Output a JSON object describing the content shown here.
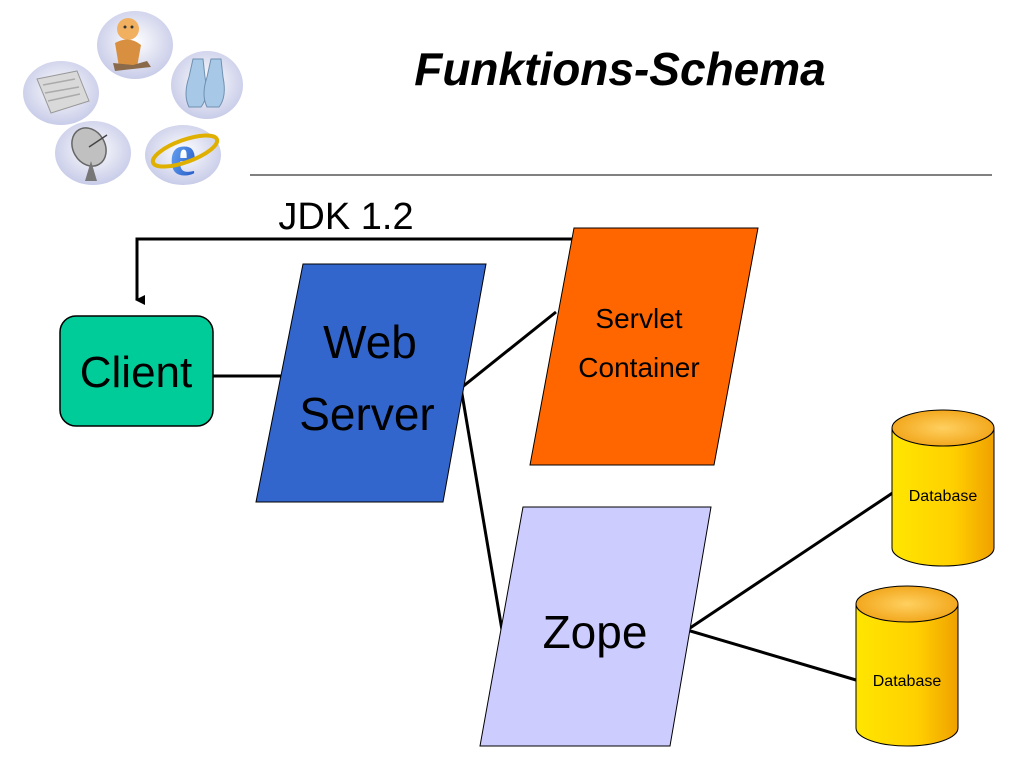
{
  "slide": {
    "title": "Funktions-Schema"
  },
  "logo": {
    "icons": [
      "child-icon",
      "document-icon",
      "clothing-icon",
      "satellite-dish-icon",
      "internet-explorer-icon"
    ]
  },
  "diagram": {
    "jdk_label": "JDK 1.2",
    "client_label": "Client",
    "web_server_line1": "Web",
    "web_server_line2": "Server",
    "servlet_line1": "Servlet",
    "servlet_line2": "Container",
    "zope_label": "Zope",
    "database1_label": "Database",
    "database2_label": "Database"
  },
  "colors": {
    "client": "#00cc99",
    "web_server": "#3366cc",
    "servlet_container": "#ff6600",
    "zope": "#ccccff",
    "database": "#ffcc00"
  }
}
